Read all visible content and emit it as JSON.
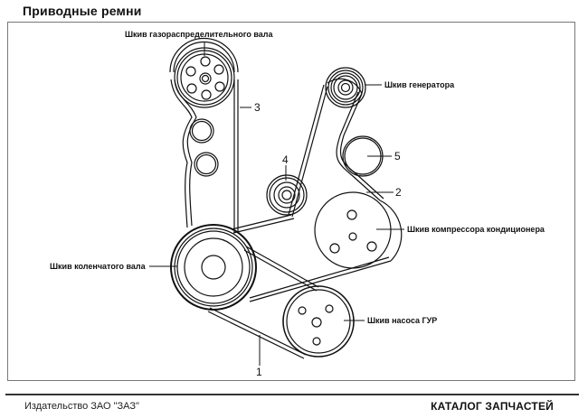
{
  "page": {
    "title": "Приводные ремни",
    "publisher": "Издательство ЗАО \"ЗАЗ\"",
    "catalog": "КАТАЛОГ ЗАПЧАСТЕЙ"
  },
  "diagram": {
    "labels": {
      "camshaft": "Шкив газораспределительного вала",
      "alternator": "Шкив генератора",
      "ac_compressor": "Шкив компрессора кондиционера",
      "crankshaft": "Шкив коленчатого вала",
      "power_steering": "Шкив насоса ГУР"
    },
    "callouts": {
      "belt1": "1",
      "belt2": "2",
      "belt3": "3",
      "idler4": "4",
      "idler5": "5"
    }
  },
  "colors": {
    "line": "#111111",
    "frame": "#777777"
  }
}
